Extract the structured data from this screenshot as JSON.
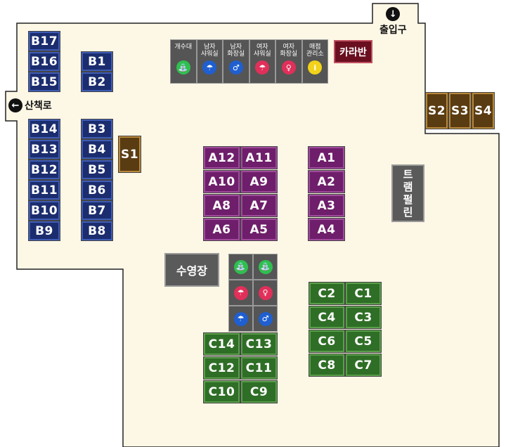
{
  "labels": {
    "exit": "출입구",
    "trail": "산책로",
    "pool": "수영장",
    "trampoline": "트램펄린",
    "karaban": "카라반"
  },
  "icons": {
    "exit_arrow": "arrow-down-circle-icon",
    "trail_arrow": "arrow-left-circle-icon"
  },
  "facilities_top": [
    {
      "label": "개수대",
      "icon": "faucet-icon",
      "color": "#2fbf4f",
      "glyph": "⛲"
    },
    {
      "label": "남자\n샤워실",
      "icon": "shower-icon",
      "color": "#1f5fd0",
      "glyph": "☂"
    },
    {
      "label": "남자\n화장실",
      "icon": "toilet-icon",
      "color": "#1f5fd0",
      "glyph": "♂"
    },
    {
      "label": "여자\n샤워실",
      "icon": "shower-icon",
      "color": "#e0305a",
      "glyph": "☂"
    },
    {
      "label": "여자\n화장실",
      "icon": "toilet-icon",
      "color": "#e0305a",
      "glyph": "♀"
    },
    {
      "label": "매점\n관리소",
      "icon": "info-icon",
      "color": "#f2d21a",
      "glyph": "i"
    }
  ],
  "colors": {
    "ground": "#fdf7e6",
    "b_zone": "#1b2d6e",
    "a_zone": "#6e1e6a",
    "c_zone": "#2f6e26",
    "s_zone": "#5a3c12"
  },
  "sites": {
    "b_left": [
      "B17",
      "B16",
      "B15",
      "B14",
      "B13",
      "B12",
      "B11",
      "B10",
      "B9"
    ],
    "b_right": [
      "B1",
      "B2",
      "B3",
      "B4",
      "B5",
      "B6",
      "B7",
      "B8"
    ],
    "s": [
      "S1",
      "S2",
      "S3",
      "S4"
    ],
    "a_left": [
      "A12",
      "A10",
      "A8",
      "A6"
    ],
    "a_mid": [
      "A11",
      "A9",
      "A7",
      "A5"
    ],
    "a_right": [
      "A1",
      "A2",
      "A3",
      "A4"
    ],
    "c_right_a": [
      "C2",
      "C4",
      "C6",
      "C8"
    ],
    "c_right_b": [
      "C1",
      "C3",
      "C5",
      "C7"
    ],
    "c_left_a": [
      "C14",
      "C12",
      "C10"
    ],
    "c_left_b": [
      "C13",
      "C11",
      "C9"
    ]
  }
}
